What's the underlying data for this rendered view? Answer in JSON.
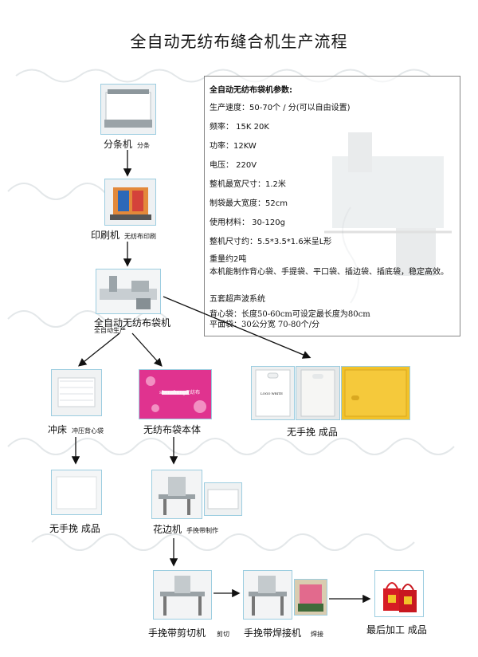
{
  "title": "全自动无纺布缝合机生产流程",
  "specs": {
    "heading": "全自动无纺布袋机参数:",
    "speed": "生产速度：50-70个 / 分(可以自由设置)",
    "frequency": "频率： 15K 20K",
    "power": "功率：12KW",
    "voltage": "电压： 220V",
    "max_width": "整机最宽尺寸：1.2米",
    "max_bag_width": "制袋最大宽度：52cm",
    "material": "使用材料： 30-120g",
    "dimensions": "整机尺寸约：5.5*3.5*1.6米呈L形",
    "weight": "重量约2吨",
    "capability": "本机能制作背心袋、手提袋、平口袋、插边袋、插底袋，稳定高效。",
    "ultrasonic": "五套超声波系统",
    "vest_bag": "背心袋：长度50-60cm可设定最长度为80cm",
    "flat_bag": "平面袋：30公分宽 70-80个/分"
  },
  "steps": {
    "slitter": {
      "label": "分条机",
      "sub": "分条"
    },
    "printer": {
      "label": "印刷机",
      "sub": "无纺布印刷"
    },
    "bag_machine": {
      "label": "全自动无纺布袋机",
      "sub": "全自动生产"
    },
    "punch": {
      "label": "冲床",
      "sub": "冲压背心袋"
    },
    "bag_body": {
      "label": "无纺布袋本体"
    },
    "no_handle_right": {
      "label": "无手挽 成品"
    },
    "no_handle_left": {
      "label": "无手挽 成品"
    },
    "embosser": {
      "label": "花边机",
      "sub": "手挽带制作"
    },
    "strap_cutter": {
      "label": "手挽带剪切机",
      "sub": "剪切"
    },
    "strap_welder": {
      "label": "手挽带焊接机",
      "sub": "焊接"
    },
    "final": {
      "label": "最后加工 成品"
    }
  },
  "images": {
    "bag_sample_text": "shenaheng无纺布",
    "white_bag_text": "LOGO WRITE"
  },
  "colors": {
    "frame": "#9ccde0",
    "bag_pink": "#e0338f",
    "bag_yellow": "#f2c229",
    "bag_red": "#d61c24",
    "watermark": "#c9d3d8"
  }
}
